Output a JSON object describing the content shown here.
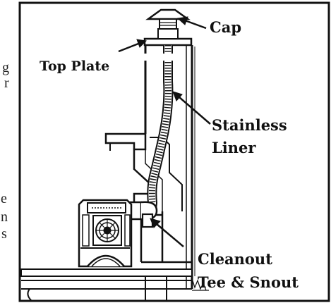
{
  "labels": {
    "cap": "Cap",
    "top_plate": "Top Plate",
    "stainless_line1": "Stainless",
    "stainless_line2": "Liner",
    "cleanout_line1": "Cleanout",
    "cleanout_line2": "Tee & Snout"
  },
  "edge_text": [
    "g",
    "r",
    "e",
    "n",
    "s"
  ],
  "colors": {
    "ink": "#111111",
    "paper": "#ffffff",
    "shadow": "#6b6b6b"
  }
}
